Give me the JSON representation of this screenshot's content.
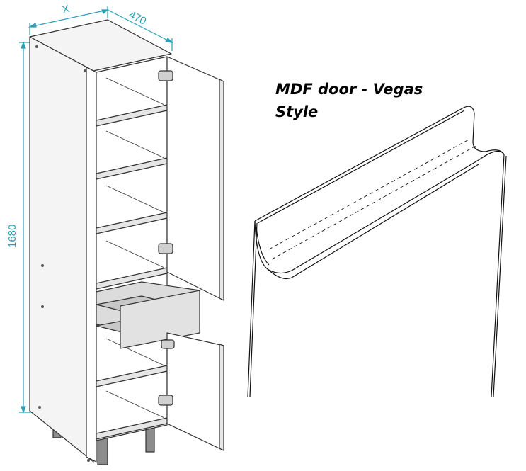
{
  "cabinet": {
    "dimensions": {
      "width_label": "X",
      "depth_label": "470",
      "height_label": "1680"
    }
  },
  "door_detail": {
    "caption_line1": "MDF door - Vegas",
    "caption_line2": "Style"
  },
  "colors": {
    "dimension_lines": "#2a9fb5",
    "outline": "#333333",
    "panel_side": "#f4f4f4",
    "panel_front": "#ffffff",
    "shelf": "#e6e6e6",
    "drawer_front": "#e2e2e2",
    "legs": "#8c8c8c"
  }
}
